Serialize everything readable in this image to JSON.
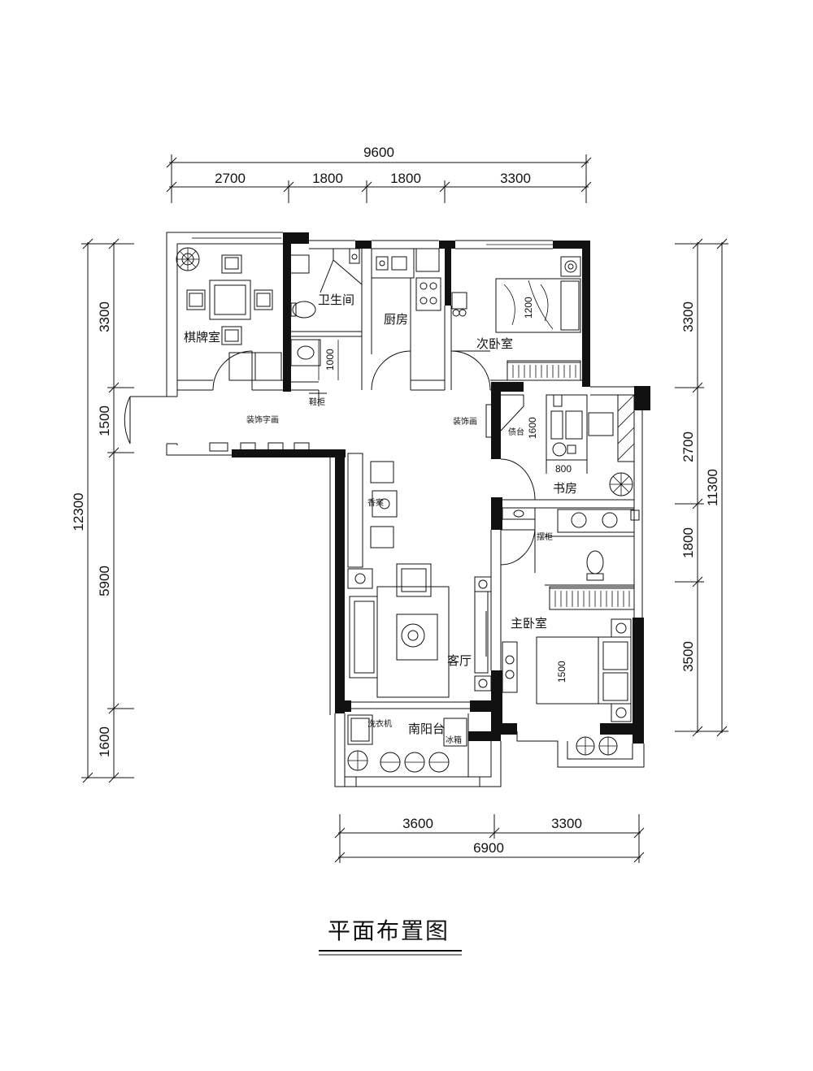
{
  "title": "平面布置图",
  "dimensions": {
    "top_total": "9600",
    "top_segments": [
      "2700",
      "1800",
      "1800",
      "3300"
    ],
    "left_total": "12300",
    "left_segments": [
      "3300",
      "1500",
      "5900",
      "1600"
    ],
    "right_total": "11300",
    "right_segments": [
      "3300",
      "2700",
      "1800",
      "3500"
    ],
    "bottom_total": "6900",
    "bottom_segments": [
      "3600",
      "3300"
    ]
  },
  "rooms": {
    "chess_room": "棋牌室",
    "bathroom": "卫生间",
    "kitchen": "厨房",
    "second_bedroom": "次卧室",
    "study": "书房",
    "living_room": "客厅",
    "master_bedroom": "主卧室",
    "south_balcony": "南阳台"
  },
  "labels": {
    "shoe_cabinet": "鞋柜",
    "deco_wall_left": "装饰字画",
    "deco_wall_right": "装饰画",
    "altar_table": "香案",
    "desk": "债台",
    "display_cabinet": "摆柜",
    "washer": "洗衣机",
    "fridge": "冰箱",
    "bed_second": "1200",
    "bed_master": "1500",
    "cabinet_1000": "1000",
    "desk_1600": "1600",
    "desk_800": "800"
  }
}
